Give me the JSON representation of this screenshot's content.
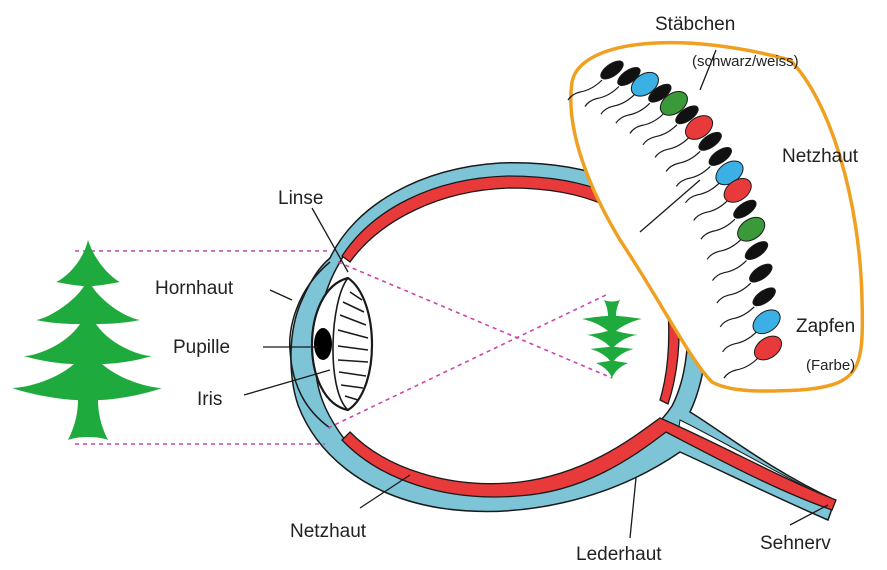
{
  "labels": {
    "staebchen": "Stäbchen",
    "schwarz_weiss": "(schwarz/weiss)",
    "netzhaut_right": "Netzhaut",
    "linse": "Linse",
    "hornhaut": "Hornhaut",
    "pupille": "Pupille",
    "iris": "Iris",
    "zapfen": "Zapfen",
    "farbe": "(Farbe)",
    "netzhaut_bottom": "Netzhaut",
    "lederhaut": "Lederhaut",
    "sehnerv": "Sehnerv"
  },
  "colors": {
    "sclera": "#7cc4d6",
    "retina": "#e83a3a",
    "outline": "#1a1a1a",
    "tree": "#1faa3e",
    "ray": "#cc44aa",
    "inset_border": "#f0a020",
    "cone_blue": "#3ab0e4",
    "cone_green": "#3a9a3a",
    "cone_red": "#e83a3a",
    "rod": "#111111"
  },
  "receptors": [
    {
      "type": "rod",
      "color": "#111111"
    },
    {
      "type": "rod",
      "color": "#111111"
    },
    {
      "type": "cone",
      "color": "#3ab0e4"
    },
    {
      "type": "rod",
      "color": "#111111"
    },
    {
      "type": "cone",
      "color": "#3a9a3a"
    },
    {
      "type": "rod",
      "color": "#111111"
    },
    {
      "type": "cone",
      "color": "#e83a3a"
    },
    {
      "type": "rod",
      "color": "#111111"
    },
    {
      "type": "rod",
      "color": "#111111"
    },
    {
      "type": "cone",
      "color": "#3ab0e4"
    },
    {
      "type": "cone",
      "color": "#e83a3a"
    },
    {
      "type": "rod",
      "color": "#111111"
    },
    {
      "type": "cone",
      "color": "#3a9a3a"
    },
    {
      "type": "rod",
      "color": "#111111"
    },
    {
      "type": "rod",
      "color": "#111111"
    },
    {
      "type": "rod",
      "color": "#111111"
    },
    {
      "type": "cone",
      "color": "#3ab0e4"
    },
    {
      "type": "cone",
      "color": "#e83a3a"
    }
  ]
}
